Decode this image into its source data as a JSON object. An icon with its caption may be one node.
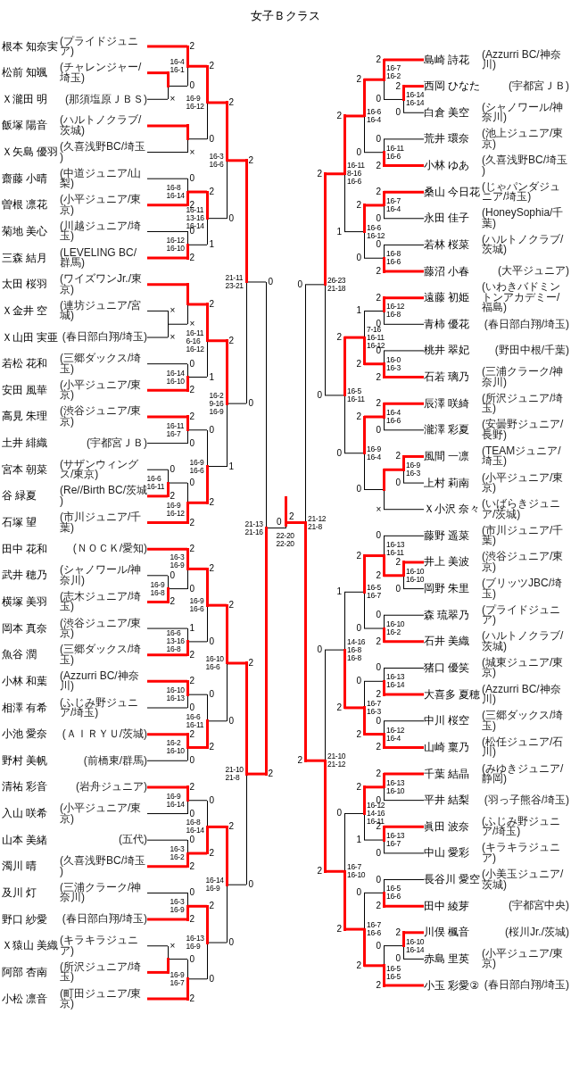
{
  "diagram": {
    "title": "女子Ｂクラス",
    "nodes": [
      {
        "text": [
          "根本 知奈実",
          "(プライドジュニア)"
        ]
      },
      {
        "text": [
          "松前 知颯",
          "(チャレンジャー/埼玉)"
        ]
      },
      {
        "text": [
          "Ｘ瀧田 明",
          "(那須塩原ＪＢＳ)"
        ]
      },
      {
        "text": [
          "飯塚 陽音",
          "(ハルトノクラブ/茨城)"
        ]
      },
      {
        "text": [
          "Ｘ矢島 優羽",
          "(久喜浅野BC/埼玉)"
        ]
      },
      {
        "text": [
          "齋藤 小晴",
          "(中道ジュニア/山梨)"
        ]
      },
      {
        "text": [
          "曽根 凛花",
          "(小平ジュニア/東京)"
        ]
      },
      {
        "text": [
          "菊地 美心",
          "(川越ジュニア/埼玉)"
        ]
      },
      {
        "text": [
          "三森 結月",
          "(LEVELING BC/群馬)"
        ]
      },
      {
        "text": [
          "太田 桜羽",
          "(ワイズワンJr./東京)"
        ]
      },
      {
        "text": [
          "Ｘ金井 空",
          "(連坊ジュニア/宮城)"
        ]
      },
      {
        "text": [
          "Ｘ山田 実亜",
          "(春日部白翔/埼玉)"
        ]
      },
      {
        "text": [
          "若松 花和",
          "(三郷ダックス/埼玉)"
        ]
      },
      {
        "text": [
          "安田 風華",
          "(小平ジュニア/東京)"
        ]
      },
      {
        "text": [
          "高見 朱理",
          "(渋谷ジュニア/東京)"
        ]
      },
      {
        "text": [
          "土井 緋織",
          "(宇都宮ＪＢ)"
        ]
      },
      {
        "text": [
          "宮本 朝菜",
          "(サザンウィングス/東京)"
        ]
      },
      {
        "text": [
          "谷 緑夏",
          "(Re//Birth BC/茨城)"
        ]
      },
      {
        "text": [
          "石塚 望",
          "(市川ジュニア/千葉)"
        ]
      },
      {
        "text": [
          "田中 花和",
          "(ＮＯＣＫ/愛知)"
        ]
      },
      {
        "text": [
          "武井 穂乃",
          "(シャノワール/神奈川)"
        ]
      },
      {
        "text": [
          "横塚 美羽",
          "(志木ジュニア/埼玉)"
        ]
      },
      {
        "text": [
          "岡本 真奈",
          "(渋谷ジュニア/東京)"
        ]
      },
      {
        "text": [
          "魚谷 潤",
          "(三郷ダックス/埼玉)"
        ]
      },
      {
        "text": [
          "小林 和葉",
          "(Azzurri BC/神奈川)"
        ]
      },
      {
        "text": [
          "相澤 有希",
          "(ふじみ野ジュニア/埼玉)"
        ]
      },
      {
        "text": [
          "小池 愛奈",
          "(ＡＩＲＹＵ/茨城)"
        ]
      },
      {
        "text": [
          "野村 美帆",
          "(前橋東/群馬)"
        ]
      },
      {
        "text": [
          "清祐 彩音",
          "(岩舟ジュニア)"
        ]
      },
      {
        "text": [
          "入山 咲希",
          "(小平ジュニア/東京)"
        ]
      },
      {
        "text": [
          "山本 美緒",
          "(五代)"
        ]
      },
      {
        "text": [
          "濁川 晴",
          "(久喜浅野BC/埼玉)"
        ]
      },
      {
        "text": [
          "及川 灯",
          "(三浦クラーク/神奈川)"
        ]
      },
      {
        "text": [
          "野口 紗愛",
          "(春日部白翔/埼玉)"
        ]
      },
      {
        "text": [
          "Ｘ猿山 美織",
          "(キラキラジュニア)"
        ]
      },
      {
        "text": [
          "阿部 杏南",
          "(所沢ジュニア/埼玉)"
        ]
      },
      {
        "text": [
          "小松 凛音",
          "(町田ジュニア/東京)"
        ]
      },
      {
        "text": [
          "島崎 詩花",
          "(Azzurri BC/神奈川)"
        ]
      },
      {
        "text": [
          "西岡 ひなた",
          "(宇都宮ＪＢ)"
        ]
      },
      {
        "text": [
          "白倉 美空",
          "(シャノワール/神奈川)"
        ]
      },
      {
        "text": [
          "荒井 環奈",
          "(池上ジュニア/東京)"
        ]
      },
      {
        "text": [
          "小林 ゆあ",
          "(久喜浅野BC/埼玉)"
        ]
      },
      {
        "text": [
          "桑山 今日花",
          "(じゃパンダジュニア/埼玉)"
        ]
      },
      {
        "text": [
          "永田 佳子",
          "(HoneySophia/千葉)"
        ]
      },
      {
        "text": [
          "若林 桜菜",
          "(ハルトノクラブ/茨城)"
        ]
      },
      {
        "text": [
          "藤沼 小春",
          "(大平ジュニア)"
        ]
      },
      {
        "text": [
          "遠藤 初姫",
          "(いわきバドミントンアカデミー/福島)"
        ]
      },
      {
        "text": [
          "青柿 優花",
          "(春日部白翔/埼玉)"
        ]
      },
      {
        "text": [
          "桃井 翠妃",
          "(野田中根/千葉)"
        ]
      },
      {
        "text": [
          "石若 璃乃",
          "(三浦クラーク/神奈川)"
        ]
      },
      {
        "text": [
          "辰澤 咲綺",
          "(所沢ジュニア/埼玉)"
        ]
      },
      {
        "text": [
          "瀧澤 彩夏",
          "(安曇野ジュニア/長野)"
        ]
      },
      {
        "text": [
          "風間 一凛",
          "(TEAMジュニア/埼玉)"
        ]
      },
      {
        "text": [
          "上村 莉南",
          "(小平ジュニア/東京)"
        ]
      },
      {
        "text": [
          "Ｘ小沢 奈々",
          "(いばらきジュニア/茨城)"
        ]
      },
      {
        "text": [
          "藤野 遥菜",
          "(市川ジュニア/千葉)"
        ]
      },
      {
        "text": [
          "井上 美波",
          "(渋谷ジュニア/東京)"
        ]
      },
      {
        "text": [
          "岡野 朱里",
          "(ブリッツJBC/埼玉)"
        ]
      },
      {
        "text": [
          "森 琉翠乃",
          "(プライドジュニア)"
        ]
      },
      {
        "text": [
          "石井 美織",
          "(ハルトノクラブ/茨城)"
        ]
      },
      {
        "text": [
          "猪口 優笑",
          "(城東ジュニア/東京)"
        ]
      },
      {
        "text": [
          "大喜多 夏穂",
          "(Azzurri BC/神奈川)"
        ]
      },
      {
        "text": [
          "中川 桜空",
          "(三郷ダックス/埼玉)"
        ]
      },
      {
        "text": [
          "山崎 稟乃",
          "(松任ジュニア/石川)"
        ]
      },
      {
        "text": [
          "千葉 結晶",
          "(みゆきジュニア/静岡)"
        ]
      },
      {
        "text": [
          "平井 結梨",
          "(羽っ子熊谷/埼玉)"
        ]
      },
      {
        "text": [
          "眞田 波奈",
          "(ふじみ野ジュニア/埼玉)"
        ]
      },
      {
        "text": [
          "中山 愛彩",
          "(キラキラジュニア)"
        ]
      },
      {
        "text": [
          "長谷川 愛空",
          "(小美玉ジュニア/茨城)"
        ]
      },
      {
        "text": [
          "田中 綾芽",
          "(宇都宮中央)"
        ]
      },
      {
        "text": [
          "川俣 楓音",
          "(桜川Jr./茨城)"
        ]
      },
      {
        "text": [
          "赤島 里英",
          "(小平ジュニア/東京)"
        ]
      },
      {
        "text": [
          "小玉 彩愛②",
          "(春日部白翔/埼玉)"
        ]
      },
      {
        "text": [],
        "shape": "bar"
      },
      {
        "text": [],
        "shape": "bar",
        "beside": [
          "16-4 16-1"
        ]
      },
      {
        "text": [],
        "shape": "bar"
      },
      {
        "text": [],
        "shape": "bar",
        "beside": [
          "16-9 16-12"
        ]
      },
      {
        "text": [],
        "shape": "bar",
        "beside": [
          "16-8 16-14"
        ]
      },
      {
        "text": [],
        "shape": "bar",
        "beside": [
          "16-11 13-16 16-14"
        ]
      },
      {
        "text": [],
        "shape": "bar",
        "beside": [
          "16-12 16-10"
        ]
      },
      {
        "text": [],
        "shape": "bar",
        "beside": [
          "16-3 16-6"
        ]
      },
      {
        "text": [],
        "shape": "bar"
      },
      {
        "text": [],
        "shape": "bar"
      },
      {
        "text": [],
        "shape": "bar",
        "beside": [
          "16-11 6-16 16-12"
        ]
      },
      {
        "text": [],
        "shape": "bar",
        "beside": [
          "16-14 16-10"
        ]
      },
      {
        "text": [],
        "shape": "bar",
        "beside": [
          "16-11 16-7"
        ]
      },
      {
        "text": [],
        "shape": "bar",
        "beside": [
          "16-9 16-6"
        ]
      },
      {
        "text": [],
        "shape": "bar",
        "beside": [
          "16-2 9-16 16-9"
        ]
      },
      {
        "text": [],
        "shape": "bar",
        "beside": [
          "16-6 16-11"
        ]
      },
      {
        "text": [],
        "shape": "bar",
        "beside": [
          "16-9 16-12"
        ]
      },
      {
        "text": [],
        "shape": "bar",
        "beside": [
          "21-11 23-21"
        ]
      },
      {
        "text": [],
        "shape": "bar",
        "beside": [
          "16-9 16-8"
        ]
      },
      {
        "text": [],
        "shape": "bar",
        "beside": [
          "16-3 16-9"
        ]
      },
      {
        "text": [],
        "shape": "bar",
        "beside": [
          "16-9 16-6"
        ]
      },
      {
        "text": [],
        "shape": "bar",
        "beside": [
          "16-6 13-16 16-8"
        ]
      },
      {
        "text": [],
        "shape": "bar",
        "beside": [
          "16-10 16-6"
        ]
      },
      {
        "text": [],
        "shape": "bar",
        "beside": [
          "16-10 16-13"
        ]
      },
      {
        "text": [],
        "shape": "bar",
        "beside": [
          "16-6 16-11"
        ]
      },
      {
        "text": [],
        "shape": "bar",
        "beside": [
          "16-2 16-10"
        ]
      },
      {
        "text": [],
        "shape": "bar",
        "beside": [
          "21-10 21-8"
        ]
      },
      {
        "text": [],
        "shape": "bar",
        "beside": [
          "16-9 16-14"
        ]
      },
      {
        "text": [],
        "shape": "bar",
        "beside": [
          "16-8 16-14"
        ]
      },
      {
        "text": [],
        "shape": "bar",
        "beside": [
          "16-3 16-2"
        ]
      },
      {
        "text": [],
        "shape": "bar",
        "beside": [
          "16-14 16-9"
        ]
      },
      {
        "text": [],
        "shape": "bar",
        "beside": [
          "16-3 16-9"
        ]
      },
      {
        "text": [],
        "shape": "bar",
        "beside": [
          "16-13 16-9"
        ]
      },
      {
        "text": [],
        "shape": "bar"
      },
      {
        "text": [],
        "shape": "bar",
        "beside": [
          "16-9 16-7"
        ]
      },
      {
        "text": [],
        "shape": "bar",
        "beside": [
          "21-13 21-16"
        ]
      },
      {
        "text": [],
        "shape": "bar",
        "beside": [
          "16-14 16-14"
        ]
      },
      {
        "text": [],
        "shape": "bar",
        "beside": [
          "16-7 16-2"
        ]
      },
      {
        "text": [],
        "shape": "bar",
        "beside": [
          "16-6 16-4"
        ]
      },
      {
        "text": [],
        "shape": "bar",
        "beside": [
          "16-11 16-6"
        ]
      },
      {
        "text": [],
        "shape": "bar",
        "beside": [
          "16-11 8-16 16-6"
        ]
      },
      {
        "text": [],
        "shape": "bar",
        "beside": [
          "16-7 16-4"
        ]
      },
      {
        "text": [],
        "shape": "bar",
        "beside": [
          "16-6 16-12"
        ]
      },
      {
        "text": [],
        "shape": "bar",
        "beside": [
          "16-8 16-6"
        ]
      },
      {
        "text": [],
        "shape": "bar",
        "beside": [
          "26-23 21-18"
        ]
      },
      {
        "text": [],
        "shape": "bar",
        "beside": [
          "16-12 16-8"
        ]
      },
      {
        "text": [],
        "shape": "bar",
        "beside": [
          "7-16 16-11 16-12"
        ]
      },
      {
        "text": [],
        "shape": "bar",
        "beside": [
          "16-0 16-3"
        ]
      },
      {
        "text": [],
        "shape": "bar",
        "beside": [
          "16-5 16-11"
        ]
      },
      {
        "text": [],
        "shape": "bar",
        "beside": [
          "16-4 16-6"
        ]
      },
      {
        "text": [],
        "shape": "bar",
        "beside": [
          "16-9 16-4"
        ]
      },
      {
        "text": [],
        "shape": "bar",
        "beside": [
          "16-9 16-3"
        ]
      },
      {
        "text": [],
        "shape": "bar"
      },
      {
        "text": [],
        "shape": "bar",
        "beside": [
          "16-10 16-10"
        ]
      },
      {
        "text": [],
        "shape": "bar",
        "beside": [
          "16-13 16-11"
        ]
      },
      {
        "text": [],
        "shape": "bar",
        "beside": [
          "16-5 16-7"
        ]
      },
      {
        "text": [],
        "shape": "bar",
        "beside": [
          "16-10 16-2"
        ]
      },
      {
        "text": [],
        "shape": "bar",
        "beside": [
          "14-16 16-8 16-8"
        ]
      },
      {
        "text": [],
        "shape": "bar",
        "beside": [
          "16-13 16-14"
        ]
      },
      {
        "text": [],
        "shape": "bar",
        "beside": [
          "16-7 16-3"
        ]
      },
      {
        "text": [],
        "shape": "bar",
        "beside": [
          "16-12 16-4"
        ]
      },
      {
        "text": [],
        "shape": "bar",
        "beside": [
          "21-10 21-12"
        ]
      },
      {
        "text": [],
        "shape": "bar",
        "beside": [
          "16-13 16-10"
        ]
      },
      {
        "text": [],
        "shape": "bar",
        "beside": [
          "16-12 14-16 16-11"
        ]
      },
      {
        "text": [],
        "shape": "bar",
        "beside": [
          "16-13 16-7"
        ]
      },
      {
        "text": [],
        "shape": "bar",
        "beside": [
          "16-7 16-10"
        ]
      },
      {
        "text": [],
        "shape": "bar",
        "beside": [
          "16-5 16-6"
        ]
      },
      {
        "text": [],
        "shape": "bar",
        "beside": [
          "16-7 16-6"
        ]
      },
      {
        "text": [],
        "shape": "bar",
        "beside": [
          "16-10 16-14"
        ]
      },
      {
        "text": [],
        "shape": "bar",
        "beside": [
          "16-5 16-5"
        ]
      },
      {
        "text": [],
        "shape": "bar",
        "beside": [
          "21-12 21-8"
        ]
      },
      {
        "text": [],
        "shape": "bar",
        "beside": [
          "22-20 22-20"
        ]
      }
    ],
    "edges": [
      {
        "from": 0,
        "to": 74,
        "label": "2",
        "arrow": "none",
        "color": "#ff0000",
        "style": "thick"
      },
      {
        "from": 1,
        "to": 73,
        "arrow": "none",
        "color": "#ff0000",
        "style": "thick"
      },
      {
        "from": 2,
        "to": 73,
        "label": "×",
        "arrow": "none"
      },
      {
        "from": 73,
        "to": 74,
        "label": "0",
        "arrow": "none"
      },
      {
        "from": 3,
        "to": 75,
        "arrow": "none",
        "color": "#ff0000",
        "style": "thick"
      },
      {
        "from": 4,
        "to": 75,
        "label": "×",
        "arrow": "none"
      },
      {
        "from": 74,
        "to": 76,
        "label": "2",
        "arrow": "none",
        "color": "#ff0000",
        "style": "thick"
      },
      {
        "from": 75,
        "to": 76,
        "label": "0",
        "arrow": "none"
      },
      {
        "from": 5,
        "to": 77,
        "label": "0",
        "arrow": "none"
      },
      {
        "from": 6,
        "to": 77,
        "label": "2",
        "arrow": "none",
        "color": "#ff0000",
        "style": "thick"
      },
      {
        "from": 7,
        "to": 79,
        "label": "0",
        "arrow": "none"
      },
      {
        "from": 8,
        "to": 79,
        "label": "2",
        "arrow": "none",
        "color": "#ff0000",
        "style": "thick"
      },
      {
        "from": 77,
        "to": 78,
        "label": "2",
        "arrow": "none",
        "color": "#ff0000",
        "style": "thick"
      },
      {
        "from": 79,
        "to": 78,
        "label": "1",
        "arrow": "none"
      },
      {
        "from": 76,
        "to": 80,
        "label": "2",
        "arrow": "none",
        "color": "#ff0000",
        "style": "thick"
      },
      {
        "from": 78,
        "to": 80,
        "label": "0",
        "arrow": "none"
      },
      {
        "from": 9,
        "to": 82,
        "arrow": "none",
        "color": "#ff0000",
        "style": "thick"
      },
      {
        "from": 10,
        "to": 81,
        "label": "×",
        "arrow": "none"
      },
      {
        "from": 11,
        "to": 81,
        "label": "×",
        "arrow": "none"
      },
      {
        "from": 81,
        "to": 82,
        "label": "×",
        "arrow": "none"
      },
      {
        "from": 12,
        "to": 84,
        "label": "0",
        "arrow": "none"
      },
      {
        "from": 13,
        "to": 84,
        "label": "2",
        "arrow": "none",
        "color": "#ff0000",
        "style": "thick"
      },
      {
        "from": 82,
        "to": 83,
        "label": "2",
        "arrow": "none",
        "color": "#ff0000",
        "style": "thick"
      },
      {
        "from": 84,
        "to": 83,
        "label": "1",
        "arrow": "none"
      },
      {
        "from": 14,
        "to": 85,
        "label": "2",
        "arrow": "none",
        "color": "#ff0000",
        "style": "thick"
      },
      {
        "from": 15,
        "to": 85,
        "label": "0",
        "arrow": "none"
      },
      {
        "from": 16,
        "to": 88,
        "label": "0",
        "arrow": "none"
      },
      {
        "from": 17,
        "to": 88,
        "label": "2",
        "arrow": "none",
        "color": "#ff0000",
        "style": "thick"
      },
      {
        "from": 88,
        "to": 89,
        "label": "0",
        "arrow": "none"
      },
      {
        "from": 18,
        "to": 89,
        "label": "2",
        "arrow": "none",
        "color": "#ff0000",
        "style": "thick"
      },
      {
        "from": 85,
        "to": 86,
        "label": "0",
        "arrow": "none"
      },
      {
        "from": 89,
        "to": 86,
        "label": "2",
        "arrow": "none",
        "color": "#ff0000",
        "style": "thick"
      },
      {
        "from": 83,
        "to": 87,
        "label": "2",
        "arrow": "none",
        "color": "#ff0000",
        "style": "thick"
      },
      {
        "from": 86,
        "to": 87,
        "label": "1",
        "arrow": "none"
      },
      {
        "from": 80,
        "to": 90,
        "label": "2",
        "arrow": "none",
        "color": "#ff0000",
        "style": "thick"
      },
      {
        "from": 87,
        "to": 90,
        "label": "0",
        "arrow": "none"
      },
      {
        "from": 90,
        "to": 108,
        "label": "0",
        "arrow": "none"
      },
      {
        "from": 19,
        "to": 92,
        "label": "2",
        "arrow": "none",
        "color": "#ff0000",
        "style": "thick"
      },
      {
        "from": 20,
        "to": 91,
        "label": "0",
        "arrow": "none"
      },
      {
        "from": 21,
        "to": 91,
        "label": "2",
        "arrow": "none",
        "color": "#ff0000",
        "style": "thick"
      },
      {
        "from": 91,
        "to": 92,
        "label": "0",
        "arrow": "none"
      },
      {
        "from": 22,
        "to": 94,
        "label": "1",
        "arrow": "none"
      },
      {
        "from": 23,
        "to": 94,
        "label": "2",
        "arrow": "none",
        "color": "#ff0000",
        "style": "thick"
      },
      {
        "from": 92,
        "to": 93,
        "label": "2",
        "arrow": "none",
        "color": "#ff0000",
        "style": "thick"
      },
      {
        "from": 94,
        "to": 93,
        "label": "0",
        "arrow": "none"
      },
      {
        "from": 24,
        "to": 96,
        "label": "2",
        "arrow": "none",
        "color": "#ff0000",
        "style": "thick"
      },
      {
        "from": 25,
        "to": 96,
        "label": "0",
        "arrow": "none"
      },
      {
        "from": 26,
        "to": 98,
        "label": "2",
        "arrow": "none",
        "color": "#ff0000",
        "style": "thick"
      },
      {
        "from": 27,
        "to": 98,
        "label": "0",
        "arrow": "none"
      },
      {
        "from": 96,
        "to": 97,
        "label": "0",
        "arrow": "none"
      },
      {
        "from": 98,
        "to": 97,
        "label": "2",
        "arrow": "none",
        "color": "#ff0000",
        "style": "thick"
      },
      {
        "from": 93,
        "to": 95,
        "label": "2",
        "arrow": "none",
        "color": "#ff0000",
        "style": "thick"
      },
      {
        "from": 97,
        "to": 95,
        "label": "0",
        "arrow": "none"
      },
      {
        "from": 28,
        "to": 100,
        "label": "2",
        "arrow": "none",
        "color": "#ff0000",
        "style": "thick"
      },
      {
        "from": 29,
        "to": 100,
        "label": "0",
        "arrow": "none"
      },
      {
        "from": 30,
        "to": 102,
        "label": "0",
        "arrow": "none"
      },
      {
        "from": 31,
        "to": 102,
        "label": "2",
        "arrow": "none",
        "color": "#ff0000",
        "style": "thick"
      },
      {
        "from": 100,
        "to": 101,
        "label": "0",
        "arrow": "none"
      },
      {
        "from": 102,
        "to": 101,
        "label": "2",
        "arrow": "none",
        "color": "#ff0000",
        "style": "thick"
      },
      {
        "from": 32,
        "to": 104,
        "label": "0",
        "arrow": "none"
      },
      {
        "from": 33,
        "to": 104,
        "label": "2",
        "arrow": "none",
        "color": "#ff0000",
        "style": "thick"
      },
      {
        "from": 34,
        "to": 106,
        "label": "×",
        "arrow": "none"
      },
      {
        "from": 35,
        "to": 106,
        "arrow": "none",
        "color": "#ff0000",
        "style": "thick"
      },
      {
        "from": 106,
        "to": 107,
        "label": "0",
        "arrow": "none"
      },
      {
        "from": 36,
        "to": 107,
        "label": "2",
        "arrow": "none",
        "color": "#ff0000",
        "style": "thick"
      },
      {
        "from": 104,
        "to": 105,
        "label": "2",
        "arrow": "none",
        "color": "#ff0000",
        "style": "thick"
      },
      {
        "from": 107,
        "to": 105,
        "label": "0",
        "arrow": "none"
      },
      {
        "from": 101,
        "to": 103,
        "label": "2",
        "arrow": "none",
        "color": "#ff0000",
        "style": "thick"
      },
      {
        "from": 105,
        "to": 103,
        "label": "0",
        "arrow": "none"
      },
      {
        "from": 95,
        "to": 99,
        "label": "2",
        "arrow": "none",
        "color": "#ff0000",
        "style": "thick"
      },
      {
        "from": 103,
        "to": 99,
        "label": "0",
        "arrow": "none"
      },
      {
        "from": 99,
        "to": 108,
        "label": "2",
        "arrow": "none",
        "color": "#ff0000",
        "style": "thick"
      },
      {
        "from": 108,
        "to": 144,
        "label": "0",
        "arrow": "none"
      },
      {
        "from": 37,
        "to": 110,
        "label": "2",
        "arrow": "none",
        "color": "#ff0000",
        "style": "thick"
      },
      {
        "from": 38,
        "to": 109,
        "label": "2",
        "arrow": "none",
        "color": "#ff0000",
        "style": "thick"
      },
      {
        "from": 39,
        "to": 109,
        "label": "0",
        "arrow": "none"
      },
      {
        "from": 109,
        "to": 110,
        "label": "0",
        "arrow": "none"
      },
      {
        "from": 40,
        "to": 112,
        "label": "0",
        "arrow": "none"
      },
      {
        "from": 41,
        "to": 112,
        "label": "2",
        "arrow": "none",
        "color": "#ff0000",
        "style": "thick"
      },
      {
        "from": 110,
        "to": 111,
        "label": "2",
        "arrow": "none",
        "color": "#ff0000",
        "style": "thick"
      },
      {
        "from": 112,
        "to": 111,
        "label": "0",
        "arrow": "none"
      },
      {
        "from": 42,
        "to": 114,
        "label": "2",
        "arrow": "none",
        "color": "#ff0000",
        "style": "thick"
      },
      {
        "from": 43,
        "to": 114,
        "label": "0",
        "arrow": "none"
      },
      {
        "from": 44,
        "to": 116,
        "label": "0",
        "arrow": "none"
      },
      {
        "from": 45,
        "to": 116,
        "label": "2",
        "arrow": "none",
        "color": "#ff0000",
        "style": "thick"
      },
      {
        "from": 114,
        "to": 115,
        "label": "2",
        "arrow": "none",
        "color": "#ff0000",
        "style": "thick"
      },
      {
        "from": 116,
        "to": 115,
        "label": "0",
        "arrow": "none"
      },
      {
        "from": 111,
        "to": 113,
        "label": "2",
        "arrow": "none",
        "color": "#ff0000",
        "style": "thick"
      },
      {
        "from": 115,
        "to": 113,
        "label": "1",
        "arrow": "none"
      },
      {
        "from": 46,
        "to": 118,
        "label": "2",
        "arrow": "none",
        "color": "#ff0000",
        "style": "thick"
      },
      {
        "from": 47,
        "to": 118,
        "label": "0",
        "arrow": "none"
      },
      {
        "from": 48,
        "to": 120,
        "label": "0",
        "arrow": "none"
      },
      {
        "from": 49,
        "to": 120,
        "label": "2",
        "arrow": "none",
        "color": "#ff0000",
        "style": "thick"
      },
      {
        "from": 118,
        "to": 119,
        "label": "1",
        "arrow": "none"
      },
      {
        "from": 120,
        "to": 119,
        "label": "2",
        "arrow": "none",
        "color": "#ff0000",
        "style": "thick"
      },
      {
        "from": 50,
        "to": 122,
        "label": "2",
        "arrow": "none",
        "color": "#ff0000",
        "style": "thick"
      },
      {
        "from": 51,
        "to": 122,
        "label": "0",
        "arrow": "none"
      },
      {
        "from": 52,
        "to": 124,
        "label": "2",
        "arrow": "none",
        "color": "#ff0000",
        "style": "thick"
      },
      {
        "from": 53,
        "to": 124,
        "label": "0",
        "arrow": "none"
      },
      {
        "from": 124,
        "to": 125,
        "arrow": "none",
        "color": "#ff0000",
        "style": "thick"
      },
      {
        "from": 54,
        "to": 125,
        "label": "×",
        "arrow": "none"
      },
      {
        "from": 122,
        "to": 123,
        "label": "2",
        "arrow": "none",
        "color": "#ff0000",
        "style": "thick"
      },
      {
        "from": 125,
        "to": 123,
        "label": "0",
        "arrow": "none"
      },
      {
        "from": 119,
        "to": 121,
        "label": "2",
        "arrow": "none",
        "color": "#ff0000",
        "style": "thick"
      },
      {
        "from": 123,
        "to": 121,
        "label": "0",
        "arrow": "none"
      },
      {
        "from": 113,
        "to": 117,
        "label": "2",
        "arrow": "none",
        "color": "#ff0000",
        "style": "thick"
      },
      {
        "from": 121,
        "to": 117,
        "label": "0",
        "arrow": "none"
      },
      {
        "from": 117,
        "to": 143,
        "label": "0",
        "arrow": "none"
      },
      {
        "from": 55,
        "to": 127,
        "label": "0",
        "arrow": "none"
      },
      {
        "from": 56,
        "to": 126,
        "label": "2",
        "arrow": "none",
        "color": "#ff0000",
        "style": "thick"
      },
      {
        "from": 57,
        "to": 126,
        "label": "0",
        "arrow": "none"
      },
      {
        "from": 126,
        "to": 127,
        "label": "2",
        "arrow": "none",
        "color": "#ff0000",
        "style": "thick"
      },
      {
        "from": 58,
        "to": 129,
        "label": "0",
        "arrow": "none"
      },
      {
        "from": 59,
        "to": 129,
        "label": "2",
        "arrow": "none",
        "color": "#ff0000",
        "style": "thick"
      },
      {
        "from": 127,
        "to": 128,
        "label": "2",
        "arrow": "none",
        "color": "#ff0000",
        "style": "thick"
      },
      {
        "from": 129,
        "to": 128,
        "label": "0",
        "arrow": "none"
      },
      {
        "from": 60,
        "to": 131,
        "label": "0",
        "arrow": "none"
      },
      {
        "from": 61,
        "to": 131,
        "label": "2",
        "arrow": "none",
        "color": "#ff0000",
        "style": "thick"
      },
      {
        "from": 62,
        "to": 133,
        "label": "0",
        "arrow": "none"
      },
      {
        "from": 63,
        "to": 133,
        "label": "2",
        "arrow": "none",
        "color": "#ff0000",
        "style": "thick"
      },
      {
        "from": 131,
        "to": 132,
        "label": "0",
        "arrow": "none"
      },
      {
        "from": 133,
        "to": 132,
        "label": "2",
        "arrow": "none",
        "color": "#ff0000",
        "style": "thick"
      },
      {
        "from": 128,
        "to": 130,
        "label": "1",
        "arrow": "none"
      },
      {
        "from": 132,
        "to": 130,
        "label": "2",
        "arrow": "none",
        "color": "#ff0000",
        "style": "thick"
      },
      {
        "from": 64,
        "to": 135,
        "label": "2",
        "arrow": "none",
        "color": "#ff0000",
        "style": "thick"
      },
      {
        "from": 65,
        "to": 135,
        "label": "0",
        "arrow": "none"
      },
      {
        "from": 66,
        "to": 137,
        "label": "2",
        "arrow": "none",
        "color": "#ff0000",
        "style": "thick"
      },
      {
        "from": 67,
        "to": 137,
        "label": "0",
        "arrow": "none"
      },
      {
        "from": 135,
        "to": 136,
        "label": "2",
        "arrow": "none",
        "color": "#ff0000",
        "style": "thick"
      },
      {
        "from": 137,
        "to": 136,
        "label": "1",
        "arrow": "none"
      },
      {
        "from": 68,
        "to": 139,
        "label": "0",
        "arrow": "none"
      },
      {
        "from": 69,
        "to": 139,
        "label": "2",
        "arrow": "none",
        "color": "#ff0000",
        "style": "thick"
      },
      {
        "from": 70,
        "to": 141,
        "label": "2",
        "arrow": "none",
        "color": "#ff0000",
        "style": "thick"
      },
      {
        "from": 71,
        "to": 141,
        "label": "0",
        "arrow": "none"
      },
      {
        "from": 141,
        "to": 142,
        "label": "0",
        "arrow": "none"
      },
      {
        "from": 72,
        "to": 142,
        "label": "2",
        "arrow": "none",
        "color": "#ff0000",
        "style": "thick"
      },
      {
        "from": 139,
        "to": 140,
        "label": "0",
        "arrow": "none"
      },
      {
        "from": 142,
        "to": 140,
        "label": "2",
        "arrow": "none",
        "color": "#ff0000",
        "style": "thick"
      },
      {
        "from": 136,
        "to": 138,
        "label": "0",
        "arrow": "none"
      },
      {
        "from": 140,
        "to": 138,
        "label": "2",
        "arrow": "none",
        "color": "#ff0000",
        "style": "thick"
      },
      {
        "from": 130,
        "to": 134,
        "label": "0",
        "arrow": "none"
      },
      {
        "from": 138,
        "to": 134,
        "label": "2",
        "arrow": "none",
        "color": "#ff0000",
        "style": "thick"
      },
      {
        "from": 134,
        "to": 143,
        "label": "2",
        "arrow": "none",
        "color": "#ff0000",
        "style": "thick"
      },
      {
        "from": 143,
        "to": 144,
        "label": "2",
        "arrow": "none",
        "color": "#ff0000",
        "style": "thick"
      }
    ]
  }
}
